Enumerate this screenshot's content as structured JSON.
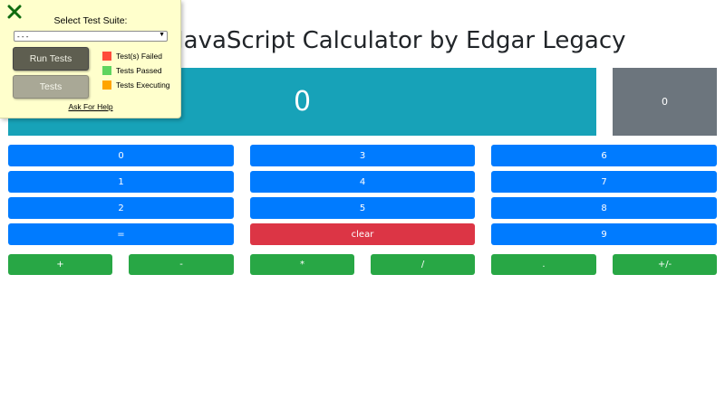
{
  "page": {
    "title": "JavaScript Calculator by Edgar Legacy"
  },
  "calculator": {
    "display_value": "0",
    "memory_value": "0",
    "digit_buttons": {
      "b0": "0",
      "b1": "1",
      "b2": "2",
      "b3": "3",
      "b4": "4",
      "b5": "5",
      "b6": "6",
      "b7": "7",
      "b8": "8",
      "b9": "9"
    },
    "equals_label": "=",
    "clear_label": "clear",
    "operators": {
      "plus": "+",
      "minus": "-",
      "multiply": "*",
      "divide": "/",
      "decimal": ".",
      "negate": "+/-"
    },
    "colors": {
      "display": "#17a2b8",
      "memory": "#6c757d",
      "digit": "#007bff",
      "clear": "#dc3545",
      "operator": "#28a745"
    }
  },
  "test_panel": {
    "close_icon": "close-x-icon",
    "select_label": "Select Test Suite:",
    "select_value": "- - -",
    "run_label": "Run Tests",
    "tests_label": "Tests",
    "legend": {
      "failed": "Test(s) Failed",
      "passed": "Tests Passed",
      "executing": "Tests Executing"
    },
    "legend_colors": {
      "failed": "#ff4c3b",
      "passed": "#5fd45f",
      "executing": "#ffa500"
    },
    "help_link": "Ask For Help"
  }
}
